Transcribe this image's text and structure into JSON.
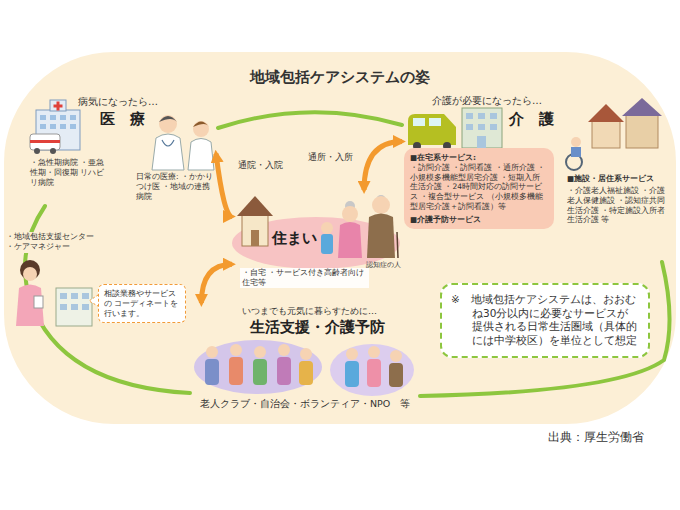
{
  "diagram": {
    "title": "地域包括ケアシステムの姿",
    "nodes": [
      {
        "text": [
          "病気になったら…",
          "医　療",
          "・急性期病院 ・亜急性期・回復期 リハビリ病院",
          "日常の医療: ・かかりつけ医 ・地域の連携病院"
        ]
      },
      {
        "text": [
          "介護が必要になったら…",
          "介　護",
          "■施設・居住系サービス",
          "・介護老人福祉施設 ・介護老人保健施設 ・認知症共同生活介護 ・特定施設入所者生活介護 等"
        ]
      },
      {
        "text": [
          "■在宅系サービス:",
          "・訪問介護 ・訪問看護 ・通所介護 ・小規模多機能型居宅介護 ・短期入所生活介護 ・24時間対応の訪問サービス ・複合型サービス （小規模多機能型居宅介護＋訪問看護）等",
          "■介護予防サービス"
        ],
        "in": 1
      },
      {
        "text": [
          "住まい",
          "・自宅 ・サービス付き高齢者向け住宅等"
        ]
      },
      {
        "text": [
          "相談業務やサービスの コーディネートを行います。"
        ]
      },
      {
        "text": [
          "いつまでも元気に暮らすために…",
          "生活支援・介護予防",
          "老人クラブ・自治会・ボランティア・NPO　等"
        ]
      },
      {
        "text": [
          "※　地域包括ケアシステムは、おおむね30分以内に必要なサービスが提供される日常生活圏域（具体的には中学校区）を単位として想定"
        ]
      }
    ],
    "edges": [
      {
        "from": 0,
        "to": 3,
        "label": "通院・入院",
        "arrow": "both"
      },
      {
        "from": 3,
        "to": 1,
        "label": "通所・入所",
        "arrow": "both"
      },
      {
        "from": 3,
        "to": 5,
        "arrow": "both"
      }
    ],
    "labels": [
      "・地域包括支援センター ・ケアマネジャー",
      "認知症の人",
      "出典：厚生労働省"
    ]
  }
}
